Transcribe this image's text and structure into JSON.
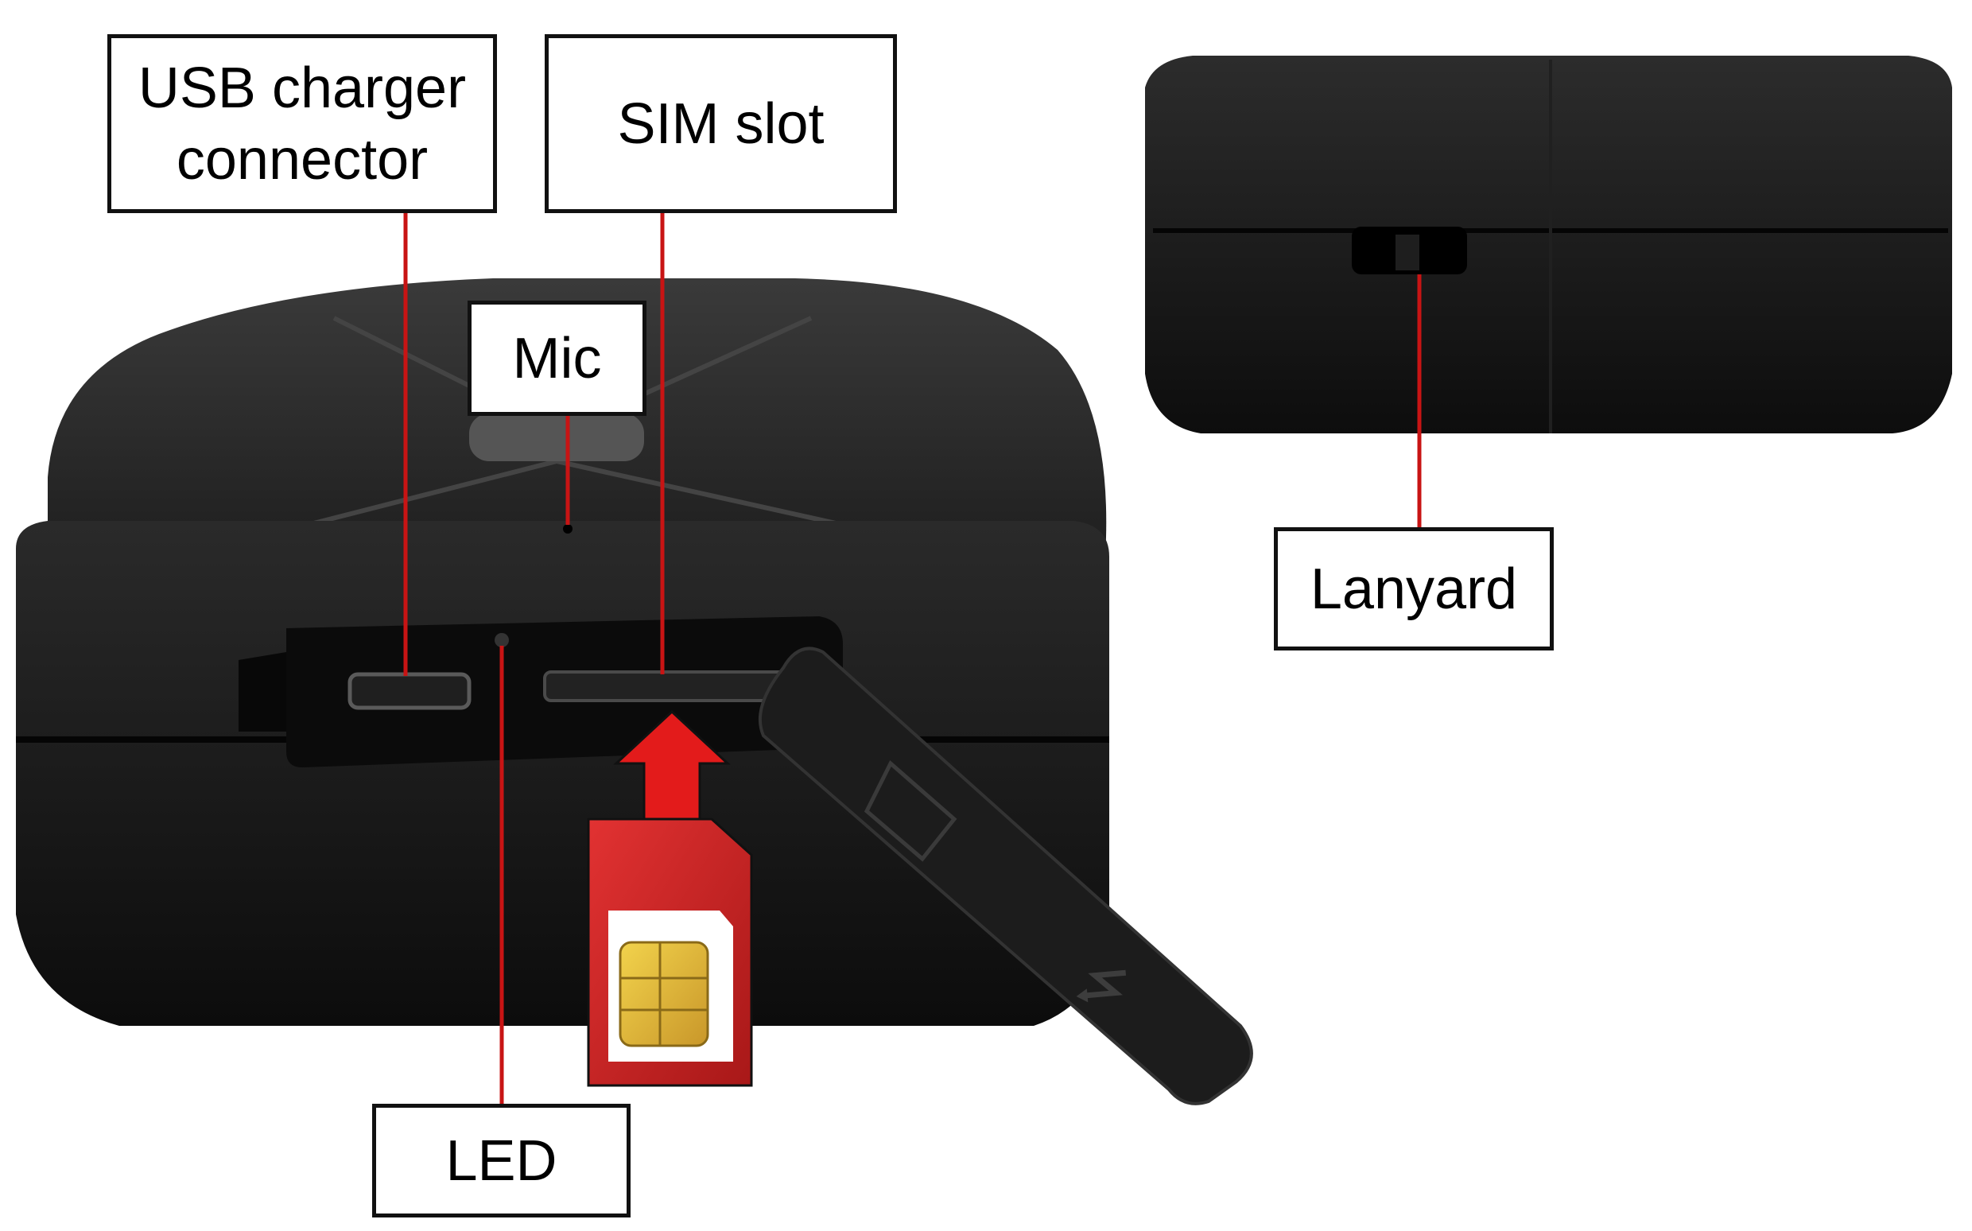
{
  "labels": {
    "usb": [
      "USB charger",
      "connector"
    ],
    "sim": "SIM slot",
    "mic": "Mic",
    "led": "LED",
    "lanyard": "Lanyard"
  },
  "colors": {
    "leader_line": "#c81414",
    "device_body": "#1a1a1a",
    "sim_card": "#d42a2a",
    "sim_chip": "#e8c43a",
    "arrow": "#e31b1b"
  },
  "icons": [
    "usb-icon",
    "insert-arrow-icon"
  ]
}
